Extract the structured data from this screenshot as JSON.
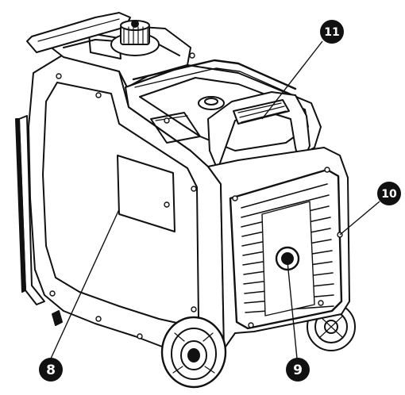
{
  "callouts": [
    {
      "id": "8",
      "label": "8",
      "part": "label-plate"
    },
    {
      "id": "9",
      "label": "9",
      "part": "fan-cover-knob"
    },
    {
      "id": "10",
      "label": "10",
      "part": "fan-cover"
    },
    {
      "id": "11",
      "label": "11",
      "part": "carry-handle"
    }
  ],
  "colors": {
    "line": "#111111",
    "background": "#ffffff",
    "marker": "#111111",
    "marker_text": "#ffffff"
  },
  "icons": {
    "product": "inverter-generator-illustration"
  }
}
